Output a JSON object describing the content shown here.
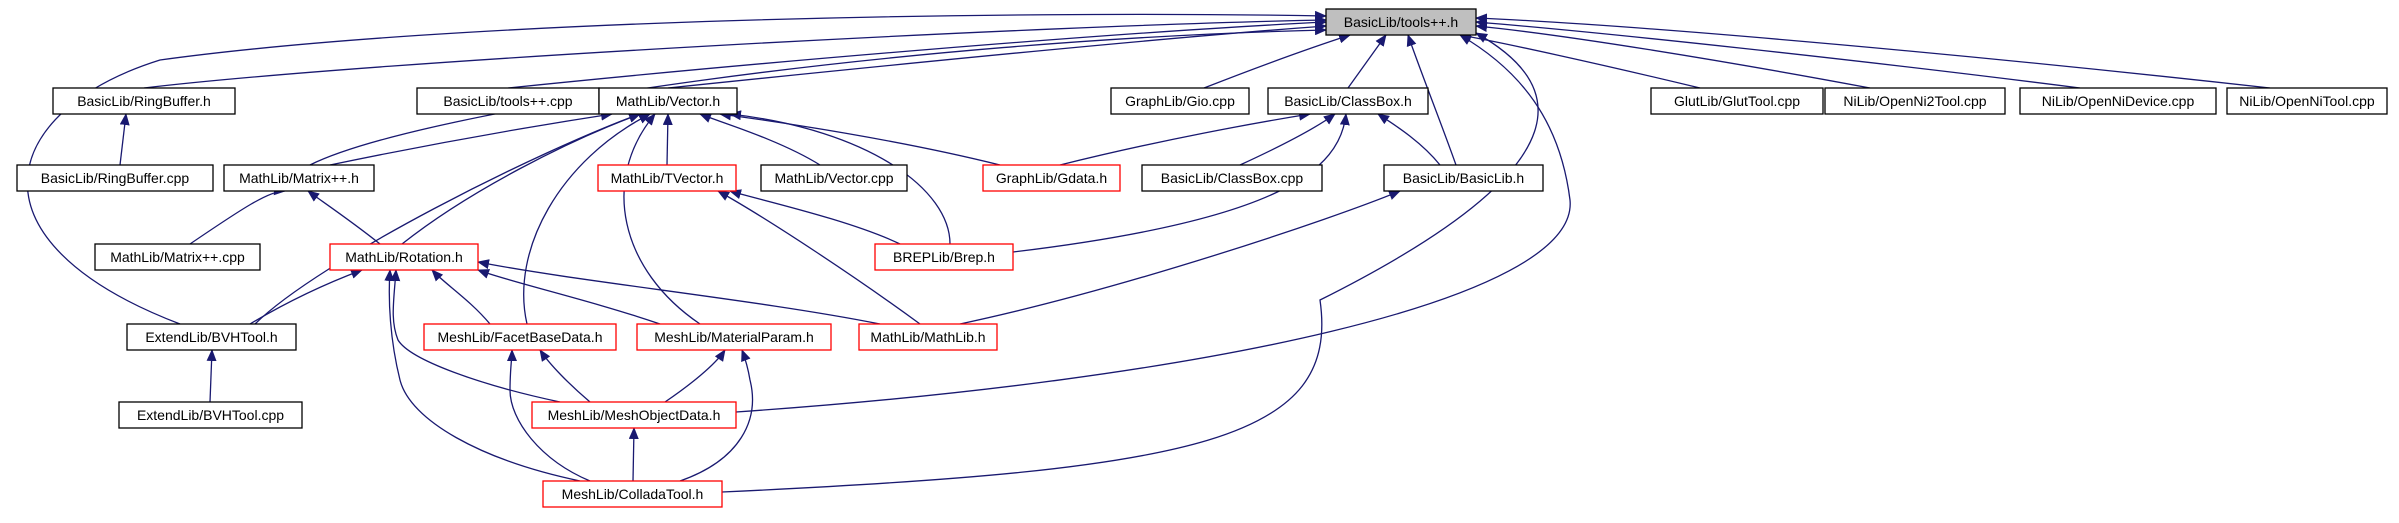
{
  "colors": {
    "edge": "#191970",
    "node_border_default": "#000000",
    "node_border_incomplete": "#ff0000",
    "root_fill": "#bfbfbf",
    "node_fill": "#ffffff"
  },
  "nodes": [
    {
      "id": "tools_h",
      "label": "BasicLib/tools++.h",
      "style": "root"
    },
    {
      "id": "ringbuffer_h",
      "label": "BasicLib/RingBuffer.h",
      "style": "black"
    },
    {
      "id": "tools_cpp",
      "label": "BasicLib/tools++.cpp",
      "style": "black"
    },
    {
      "id": "vector_h",
      "label": "MathLib/Vector.h",
      "style": "black"
    },
    {
      "id": "gio_cpp",
      "label": "GraphLib/Gio.cpp",
      "style": "black"
    },
    {
      "id": "classbox_h",
      "label": "BasicLib/ClassBox.h",
      "style": "black"
    },
    {
      "id": "gluttool_cpp",
      "label": "GlutLib/GlutTool.cpp",
      "style": "black"
    },
    {
      "id": "openni2tool_cpp",
      "label": "NiLib/OpenNi2Tool.cpp",
      "style": "black"
    },
    {
      "id": "openndevice_cpp",
      "label": "NiLib/OpenNiDevice.cpp",
      "style": "black"
    },
    {
      "id": "openni_tool_cpp",
      "label": "NiLib/OpenNiTool.cpp",
      "style": "black"
    },
    {
      "id": "ringbuffer_cpp",
      "label": "BasicLib/RingBuffer.cpp",
      "style": "black"
    },
    {
      "id": "matrix_h",
      "label": "MathLib/Matrix++.h",
      "style": "black"
    },
    {
      "id": "tvector_h",
      "label": "MathLib/TVector.h",
      "style": "red"
    },
    {
      "id": "vector_cpp",
      "label": "MathLib/Vector.cpp",
      "style": "black"
    },
    {
      "id": "gdata_h",
      "label": "GraphLib/Gdata.h",
      "style": "red"
    },
    {
      "id": "classbox_cpp",
      "label": "BasicLib/ClassBox.cpp",
      "style": "black"
    },
    {
      "id": "basiclib_h",
      "label": "BasicLib/BasicLib.h",
      "style": "black"
    },
    {
      "id": "matrix_cpp",
      "label": "MathLib/Matrix++.cpp",
      "style": "black"
    },
    {
      "id": "rotation_h",
      "label": "MathLib/Rotation.h",
      "style": "red"
    },
    {
      "id": "brep_h",
      "label": "BREPLib/Brep.h",
      "style": "red"
    },
    {
      "id": "bvhtool_h",
      "label": "ExtendLib/BVHTool.h",
      "style": "black"
    },
    {
      "id": "facetbase_h",
      "label": "MeshLib/FacetBaseData.h",
      "style": "red"
    },
    {
      "id": "materialparam_h",
      "label": "MeshLib/MaterialParam.h",
      "style": "red"
    },
    {
      "id": "mathlib_h",
      "label": "MathLib/MathLib.h",
      "style": "red"
    },
    {
      "id": "bvhtool_cpp",
      "label": "ExtendLib/BVHTool.cpp",
      "style": "black"
    },
    {
      "id": "meshobject_h",
      "label": "MeshLib/MeshObjectData.h",
      "style": "red"
    },
    {
      "id": "colladatool_h",
      "label": "MeshLib/ColladaTool.h",
      "style": "red"
    }
  ],
  "edges": [
    [
      "ringbuffer_h",
      "tools_h"
    ],
    [
      "tools_cpp",
      "tools_h"
    ],
    [
      "vector_h",
      "tools_h"
    ],
    [
      "gio_cpp",
      "tools_h"
    ],
    [
      "classbox_h",
      "tools_h"
    ],
    [
      "gluttool_cpp",
      "tools_h"
    ],
    [
      "openni2tool_cpp",
      "tools_h"
    ],
    [
      "openndevice_cpp",
      "tools_h"
    ],
    [
      "openni_tool_cpp",
      "tools_h"
    ],
    [
      "matrix_h",
      "tools_h"
    ],
    [
      "basiclib_h",
      "tools_h"
    ],
    [
      "bvhtool_h",
      "tools_h"
    ],
    [
      "meshobject_h",
      "tools_h"
    ],
    [
      "colladatool_h",
      "tools_h"
    ],
    [
      "ringbuffer_cpp",
      "ringbuffer_h"
    ],
    [
      "matrix_h",
      "vector_h"
    ],
    [
      "tvector_h",
      "vector_h"
    ],
    [
      "vector_cpp",
      "vector_h"
    ],
    [
      "gdata_h",
      "vector_h"
    ],
    [
      "brep_h",
      "vector_h"
    ],
    [
      "rotation_h",
      "vector_h"
    ],
    [
      "bvhtool_h",
      "vector_h"
    ],
    [
      "facetbase_h",
      "vector_h"
    ],
    [
      "materialparam_h",
      "vector_h"
    ],
    [
      "gdata_h",
      "classbox_h"
    ],
    [
      "classbox_cpp",
      "classbox_h"
    ],
    [
      "basiclib_h",
      "classbox_h"
    ],
    [
      "brep_h",
      "classbox_h"
    ],
    [
      "matrix_cpp",
      "matrix_h"
    ],
    [
      "rotation_h",
      "matrix_h"
    ],
    [
      "brep_h",
      "tvector_h"
    ],
    [
      "mathlib_h",
      "tvector_h"
    ],
    [
      "mathlib_h",
      "basiclib_h"
    ],
    [
      "bvhtool_h",
      "rotation_h"
    ],
    [
      "facetbase_h",
      "rotation_h"
    ],
    [
      "materialparam_h",
      "rotation_h"
    ],
    [
      "mathlib_h",
      "rotation_h"
    ],
    [
      "meshobject_h",
      "rotation_h"
    ],
    [
      "colladatool_h",
      "rotation_h"
    ],
    [
      "bvhtool_cpp",
      "bvhtool_h"
    ],
    [
      "meshobject_h",
      "facetbase_h"
    ],
    [
      "colladatool_h",
      "facetbase_h"
    ],
    [
      "meshobject_h",
      "materialparam_h"
    ],
    [
      "colladatool_h",
      "materialparam_h"
    ],
    [
      "colladatool_h",
      "meshobject_h"
    ]
  ]
}
